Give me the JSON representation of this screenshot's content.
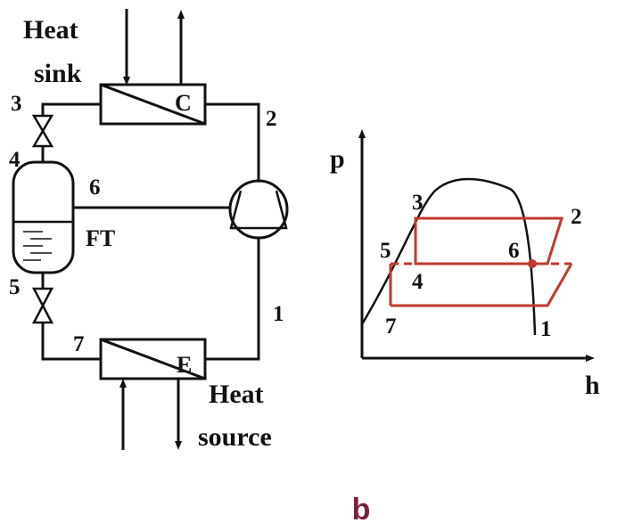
{
  "colors": {
    "line": "#111111",
    "cycle": "#c0392b",
    "panel_label": "#7a2040"
  },
  "schematic": {
    "heat_sink_line1": "Heat",
    "heat_sink_line2": "sink",
    "heat_source_line1": "Heat",
    "heat_source_line2": "source",
    "condenser_label": "C",
    "evaporator_label": "E",
    "flash_tank_label": "FT",
    "state_labels": {
      "s1": "1",
      "s2": "2",
      "s3": "3",
      "s4": "4",
      "s5": "5",
      "s6": "6",
      "s7": "7"
    }
  },
  "ph_diagram": {
    "y_axis_label": "p",
    "x_axis_label": "h",
    "state_labels": {
      "s1": "1",
      "s2": "2",
      "s3": "3",
      "s4": "4",
      "s5": "5",
      "s6": "6",
      "s7": "7"
    }
  },
  "panel_label": "b"
}
